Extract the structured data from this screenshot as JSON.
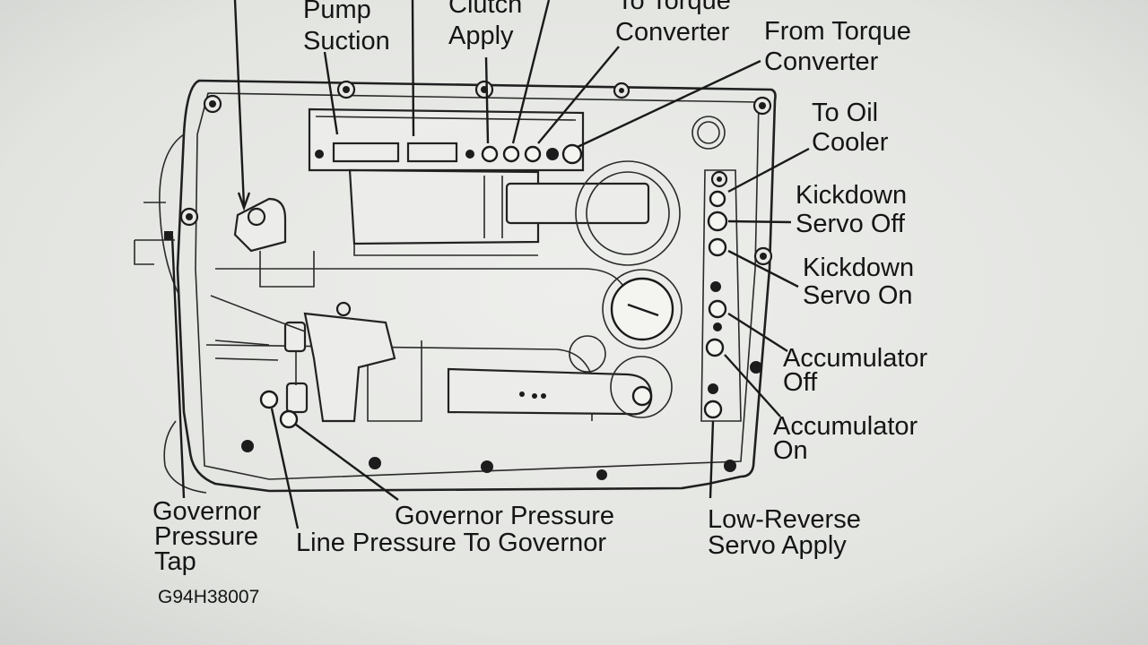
{
  "figure_code": "G94H38007",
  "labels": {
    "pump_suction_1": "Pump",
    "pump_suction_2": "Suction",
    "clutch_apply_1": "Clutch",
    "clutch_apply_2": "Apply",
    "to_torque_converter_1": "To Torque",
    "to_torque_converter_2": "Converter",
    "from_torque_converter_1": "From Torque",
    "from_torque_converter_2": "Converter",
    "to_oil_cooler_1": "To Oil",
    "to_oil_cooler_2": "Cooler",
    "kickdown_servo_off_1": "Kickdown",
    "kickdown_servo_off_2": "Servo Off",
    "kickdown_servo_on_1": "Kickdown",
    "kickdown_servo_on_2": "Servo On",
    "accumulator_off_1": "Accumulator",
    "accumulator_off_2": "Off",
    "accumulator_on_1": "Accumulator",
    "accumulator_on_2": "On",
    "low_reverse_servo_apply_1": "Low-Reverse",
    "low_reverse_servo_apply_2": "Servo Apply",
    "governor_pressure": "Governor Pressure",
    "line_pressure_to_governor": "Line Pressure To Governor",
    "governor_pressure_tap_1": "Governor",
    "governor_pressure_tap_2": "Pressure",
    "governor_pressure_tap_3": "Tap"
  }
}
